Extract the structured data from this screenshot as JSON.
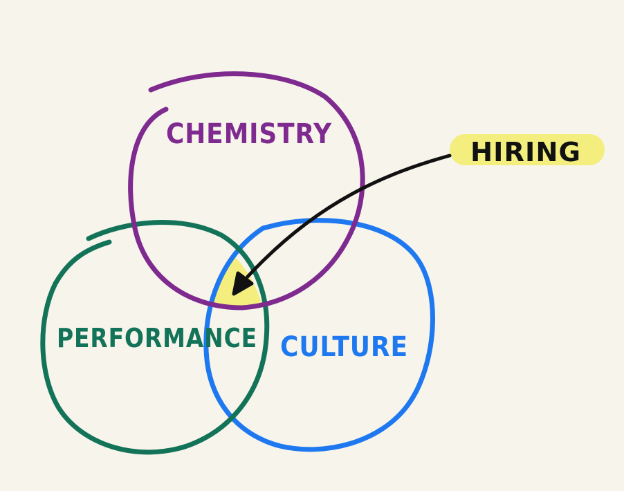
{
  "diagram": {
    "circles": [
      {
        "id": "chemistry",
        "label": "CHEMISTRY",
        "color": "#7e2a8f"
      },
      {
        "id": "performance",
        "label": "PERFORMANCE",
        "color": "#137358"
      },
      {
        "id": "culture",
        "label": "CULTURE",
        "color": "#1e78f0"
      }
    ],
    "intersection_highlight_color": "#f3ee7e",
    "callout": {
      "label": "HIRING",
      "highlight_color": "#f3ee7e",
      "text_color": "#111111",
      "arrow_color": "#111111"
    },
    "background_color": "#f7f4eb"
  }
}
